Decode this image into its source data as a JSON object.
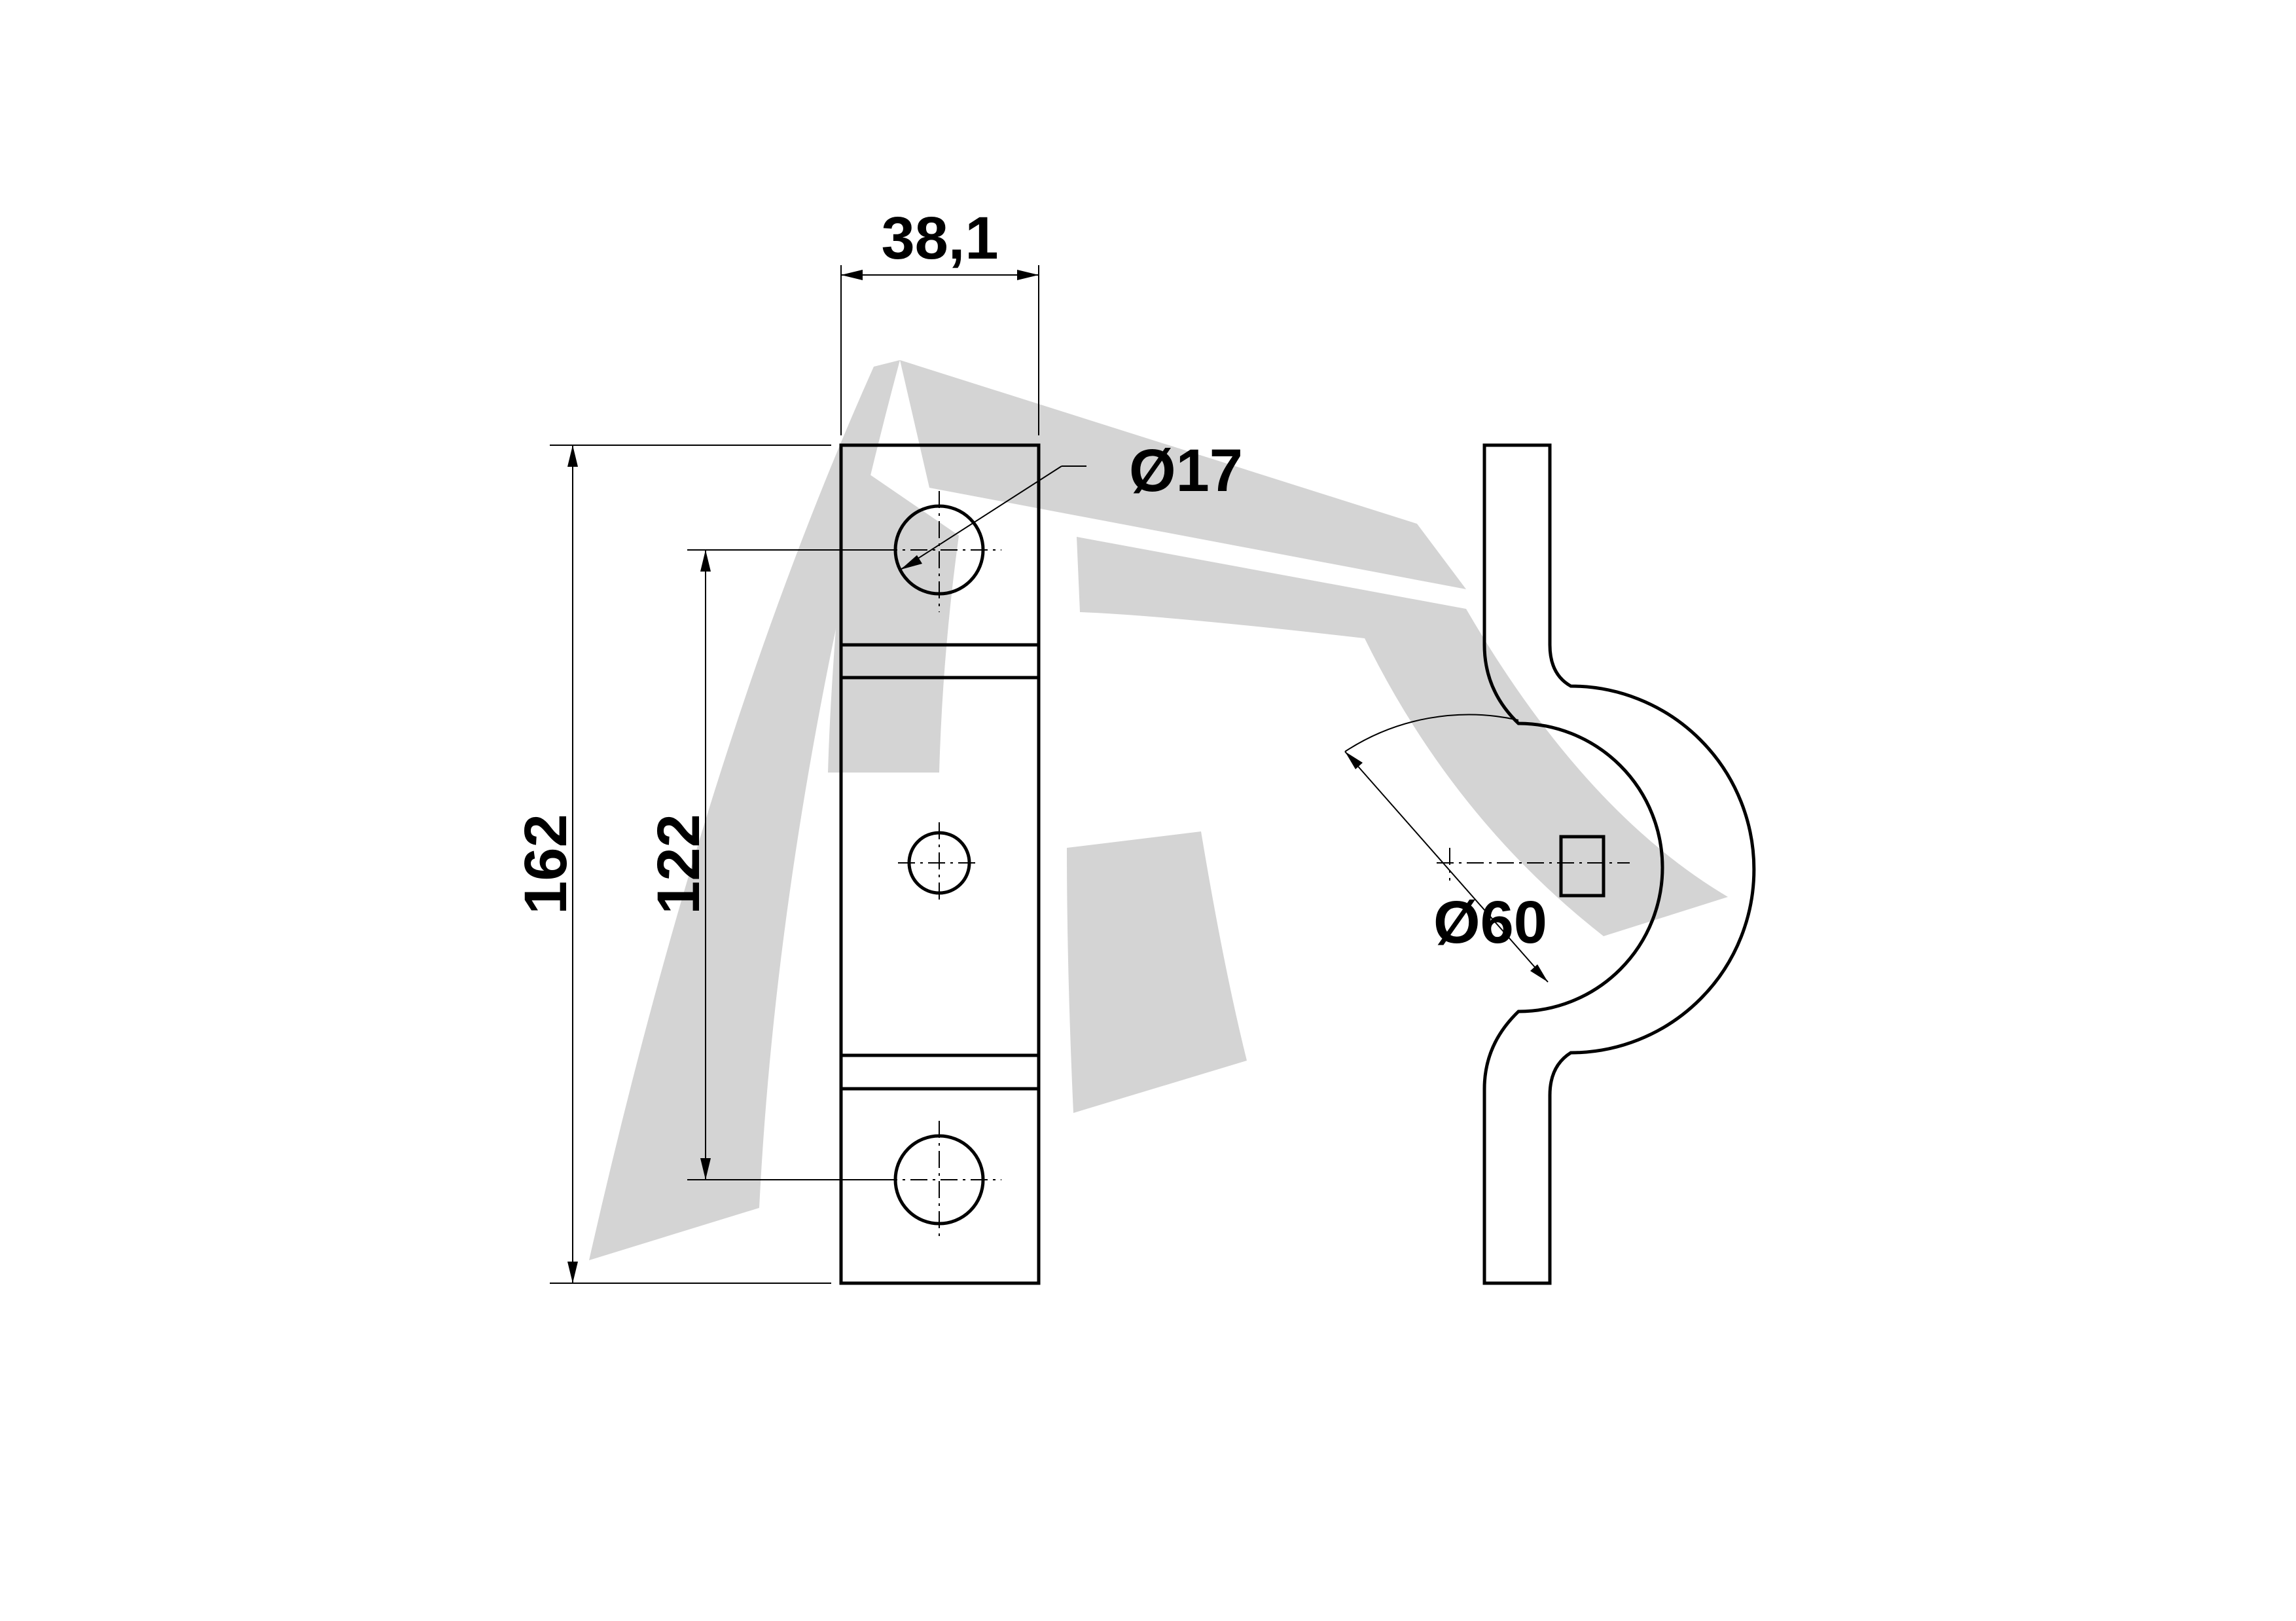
{
  "drawing": {
    "dimensions": {
      "width": "38,1",
      "total_length": "162",
      "hole_spacing": "122",
      "hole_diameter": "17",
      "pipe_diameter": "60",
      "diameter_symbol": "Ø"
    },
    "watermark": "logo"
  }
}
